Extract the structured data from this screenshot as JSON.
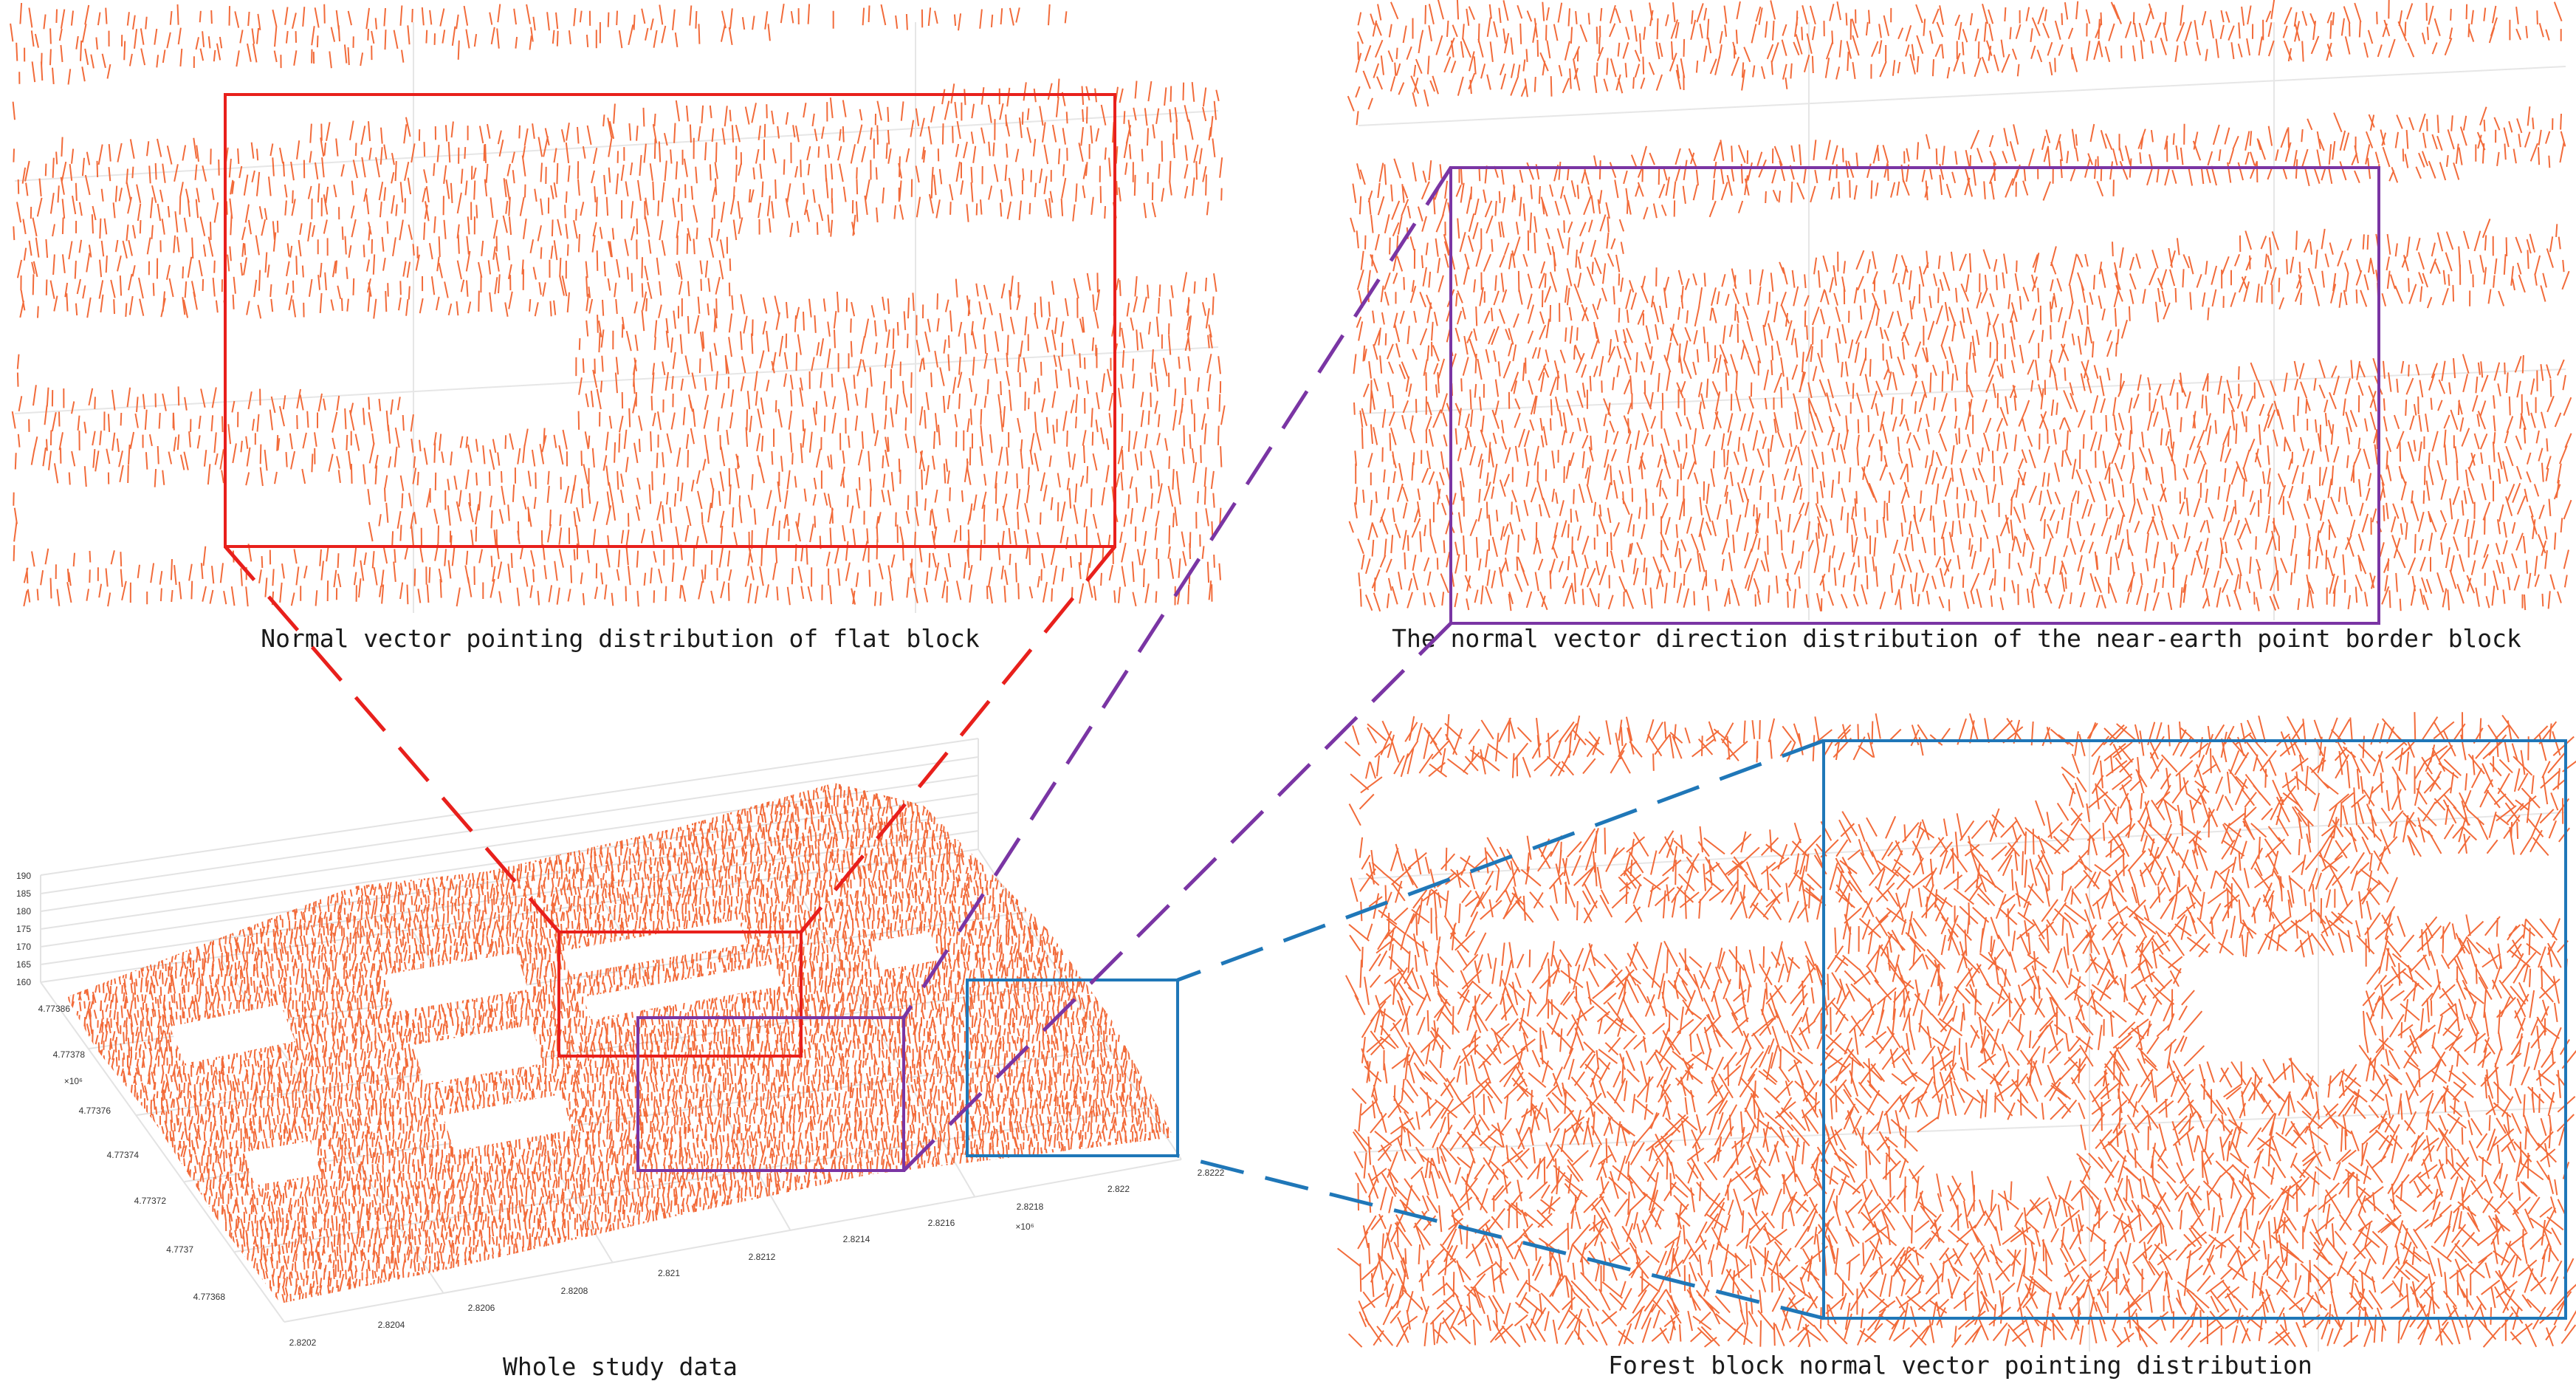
{
  "captions": {
    "flat": "Normal vector pointing distribution of flat block",
    "border": "The normal vector direction distribution of the near-earth point border block",
    "whole": "Whole study data",
    "forest": "Forest block normal vector pointing distribution"
  },
  "axis_ticks": {
    "z": [
      "190",
      "185",
      "180",
      "175",
      "170",
      "165",
      "160"
    ],
    "y": [
      "4.77386",
      "4.77378",
      "4.77376",
      "4.77374",
      "4.77372",
      "4.7737",
      "4.77368"
    ],
    "y_exponent": "×10⁶",
    "x": [
      "2.8202",
      "2.8204",
      "2.8206",
      "2.8208",
      "2.821",
      "2.8212",
      "2.8214",
      "2.8216",
      "2.8218",
      "2.822",
      "2.8222"
    ],
    "x_exponent": "×10⁶"
  },
  "colors": {
    "vectors": "#f26b3a",
    "flat_box": "#e8201c",
    "border_box": "#7a35a4",
    "forest_box": "#1f77b8",
    "grid": "#e6e6e6",
    "text": "#1a1a1a"
  }
}
